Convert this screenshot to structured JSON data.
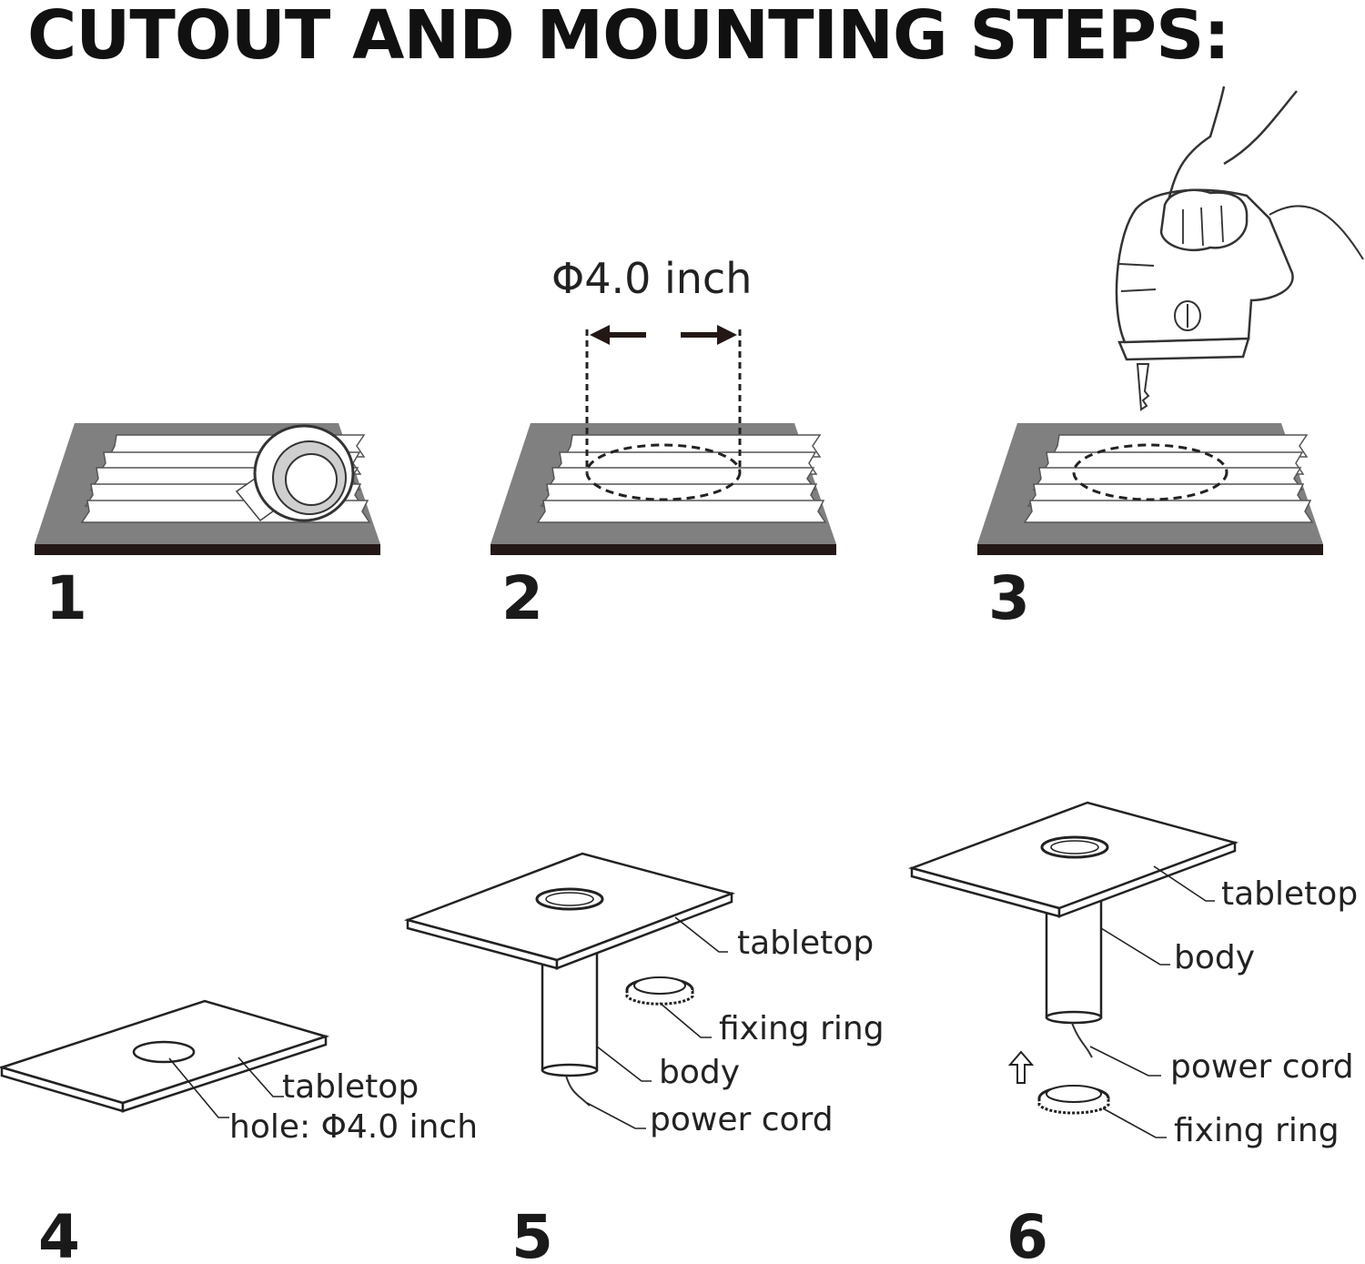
{
  "title": "CUTOUT AND MOUNTING STEPS:",
  "dimension_label": "Φ4.0 inch",
  "steps": [
    {
      "number": "1"
    },
    {
      "number": "2"
    },
    {
      "number": "3"
    },
    {
      "number": "4",
      "labels": {
        "tabletop": "tabletop",
        "hole": "hole:  Φ4.0 inch"
      }
    },
    {
      "number": "5",
      "labels": {
        "tabletop": "tabletop",
        "fixing_ring": "fixing ring",
        "body": "body",
        "power_cord": "power cord"
      }
    },
    {
      "number": "6",
      "labels": {
        "tabletop": "tabletop",
        "body": "body",
        "power_cord": "power cord",
        "fixing_ring": "fixing ring"
      }
    }
  ],
  "colors": {
    "board": "#808080",
    "board_edge": "#231815",
    "ink": "#1a1a1a"
  },
  "icons": [
    "tape-roll-icon",
    "jigsaw-icon",
    "hand-icon",
    "up-arrow-icon"
  ]
}
